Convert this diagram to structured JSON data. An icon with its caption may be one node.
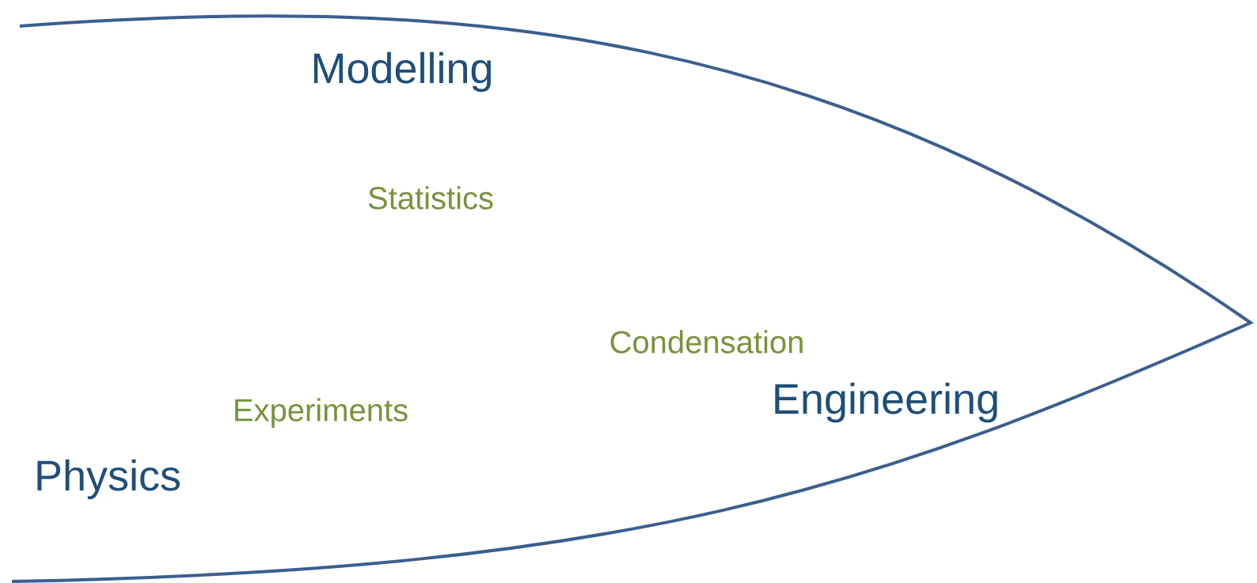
{
  "diagram": {
    "labels": [
      "Modelling",
      "Statistics",
      "Condensation",
      "Engineering",
      "Experiments",
      "Physics"
    ]
  }
}
